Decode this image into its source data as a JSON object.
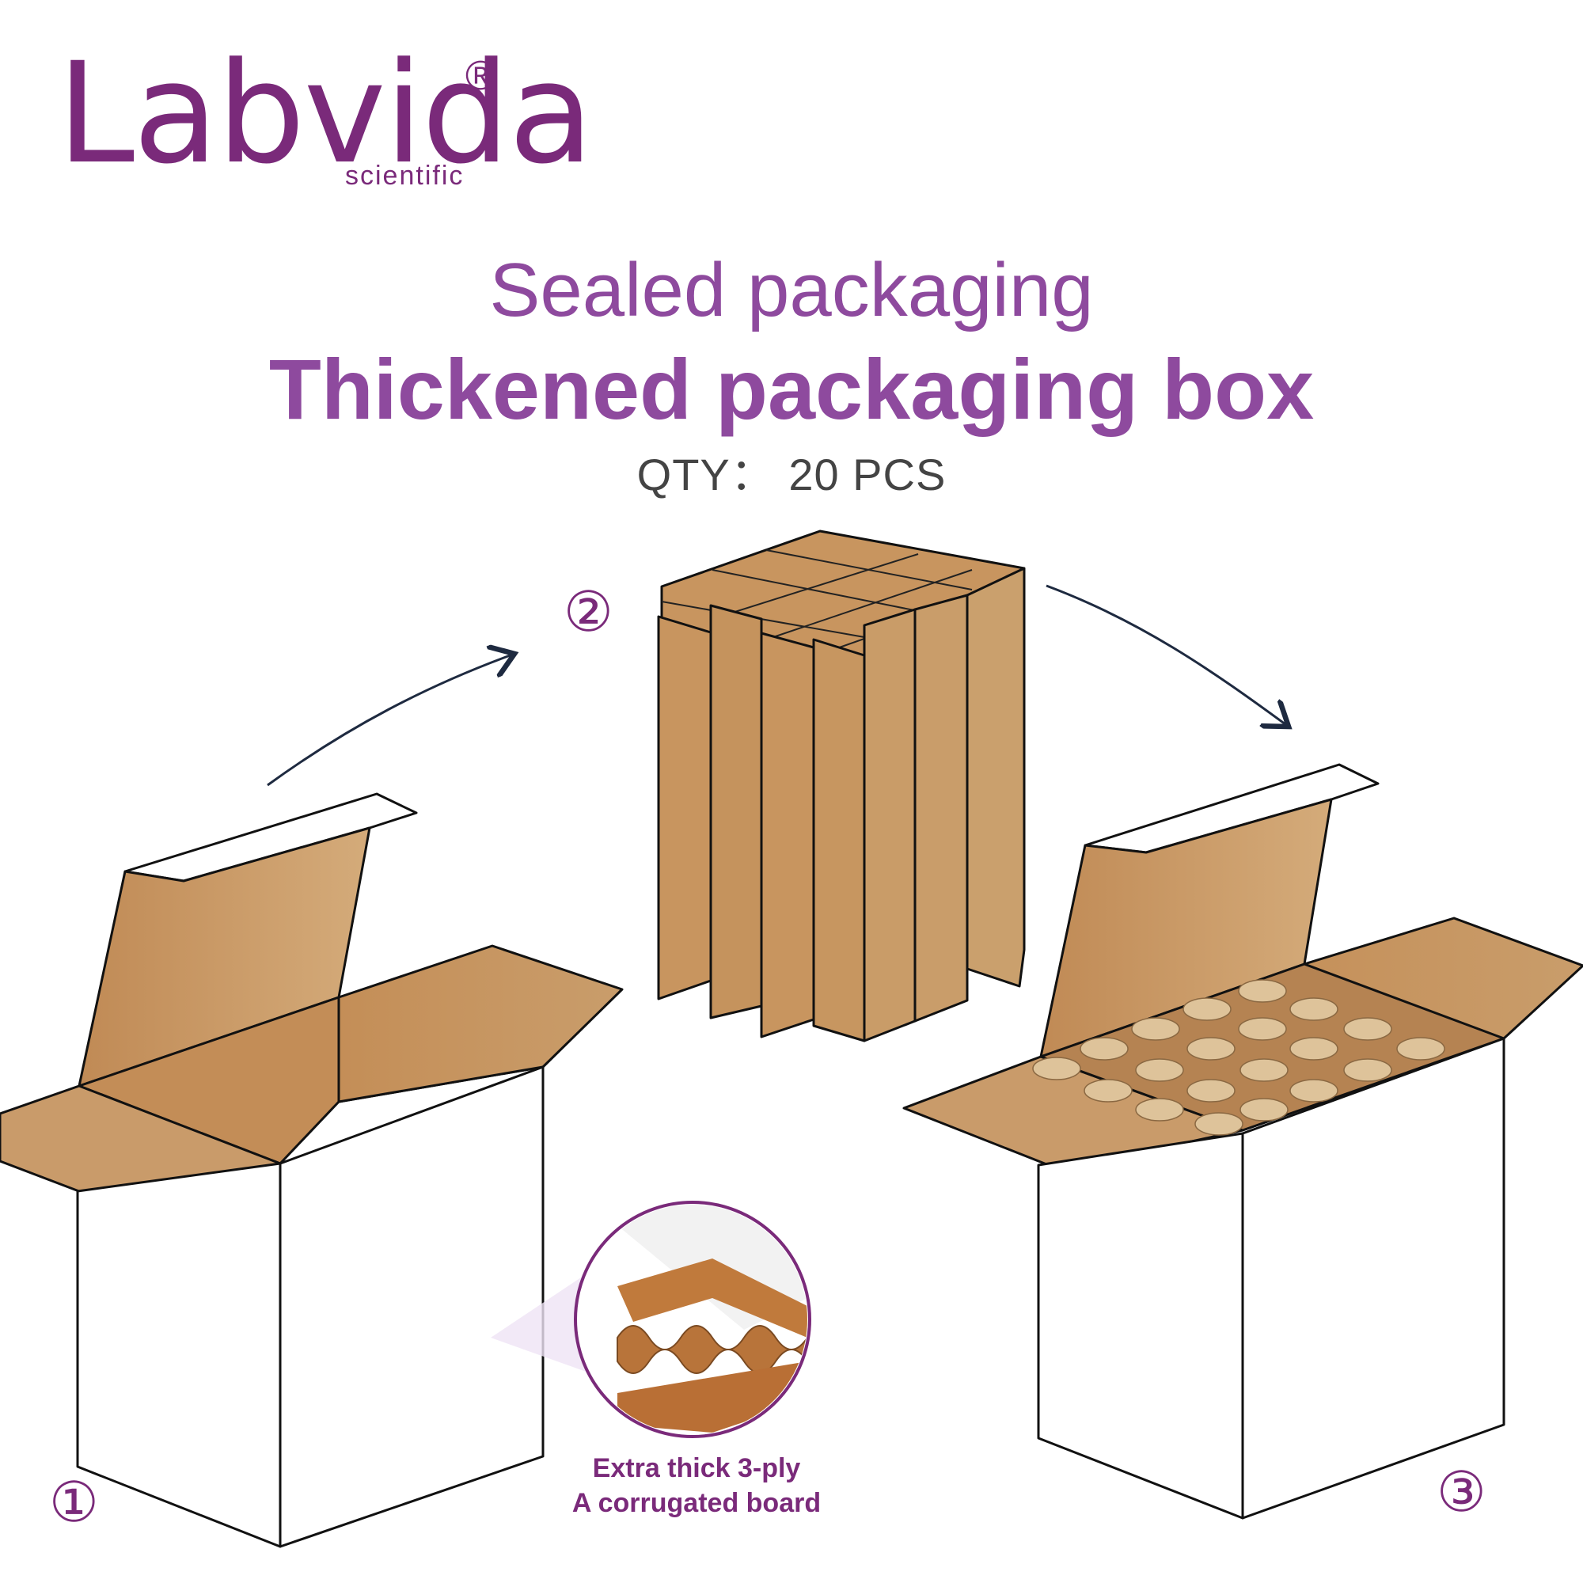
{
  "brand": {
    "name": "Labvida",
    "registered_mark": "®",
    "tagline": "scientific",
    "color": "#7a2a7a"
  },
  "headline": {
    "line1": "Sealed packaging",
    "line2": "Thickened packaging box",
    "color": "#8e4a9e"
  },
  "quantity": "QTY： 20 PCS",
  "steps": [
    "①",
    "②",
    "③"
  ],
  "callout": {
    "line1": "Extra thick 3-ply",
    "line2": "A corrugated board"
  },
  "colors": {
    "cardboard": "#c8955f",
    "cardboard_light": "#d1a877",
    "cardboard_dark": "#b98450",
    "outline": "#111111",
    "arrow": "#1e2a40"
  }
}
